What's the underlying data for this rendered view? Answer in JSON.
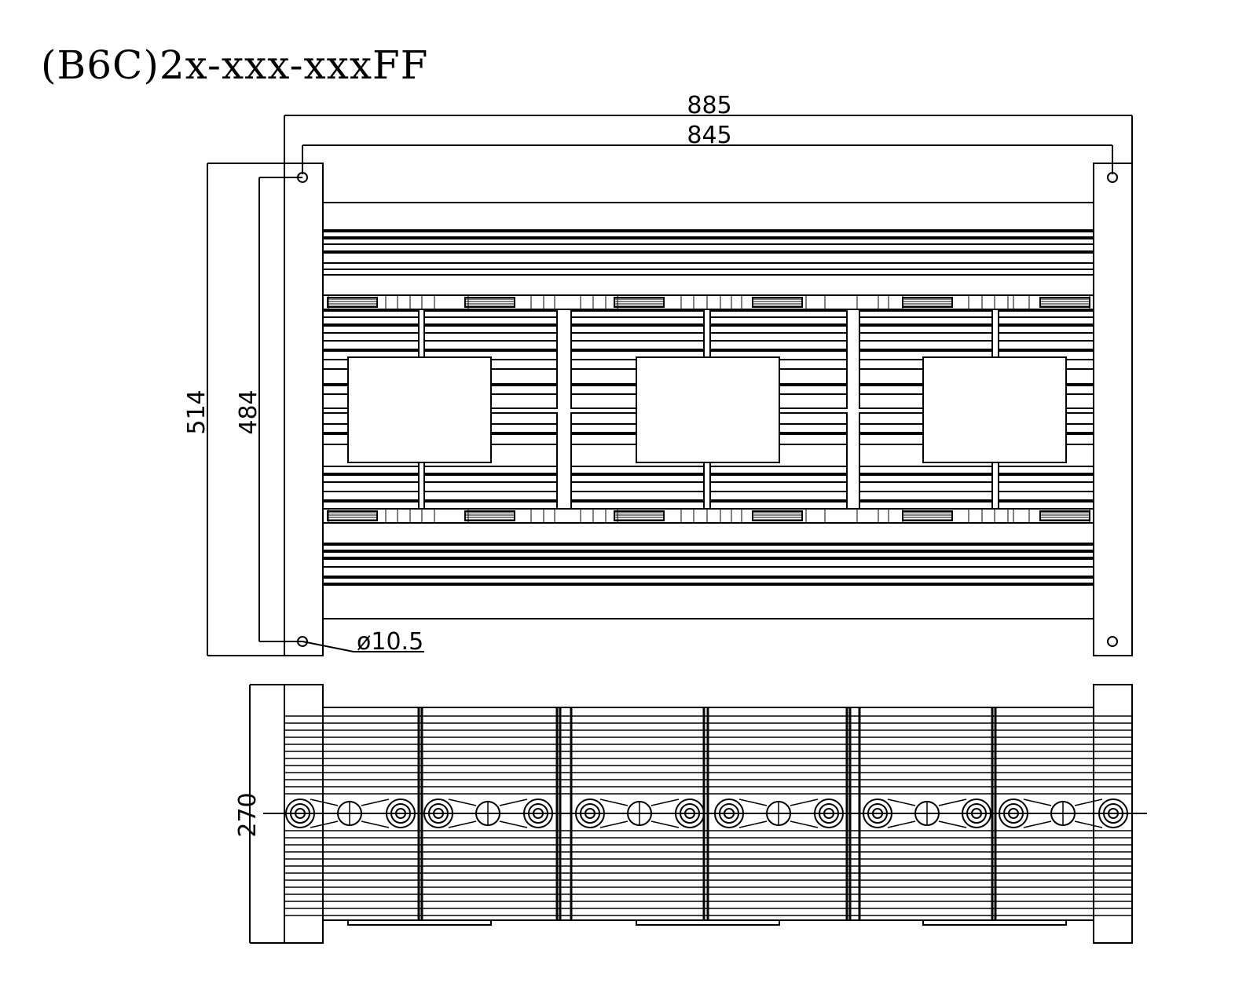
{
  "title": "(B6C)2x-xxx-xxxFF",
  "dimensions": {
    "overall_width": "885",
    "hole_spacing_width": "845",
    "overall_height": "514",
    "hole_spacing_height": "484",
    "hole_diameter": "ø10.5",
    "side_height": "270"
  },
  "colors": {
    "line": "#000000",
    "background": "#ffffff"
  }
}
